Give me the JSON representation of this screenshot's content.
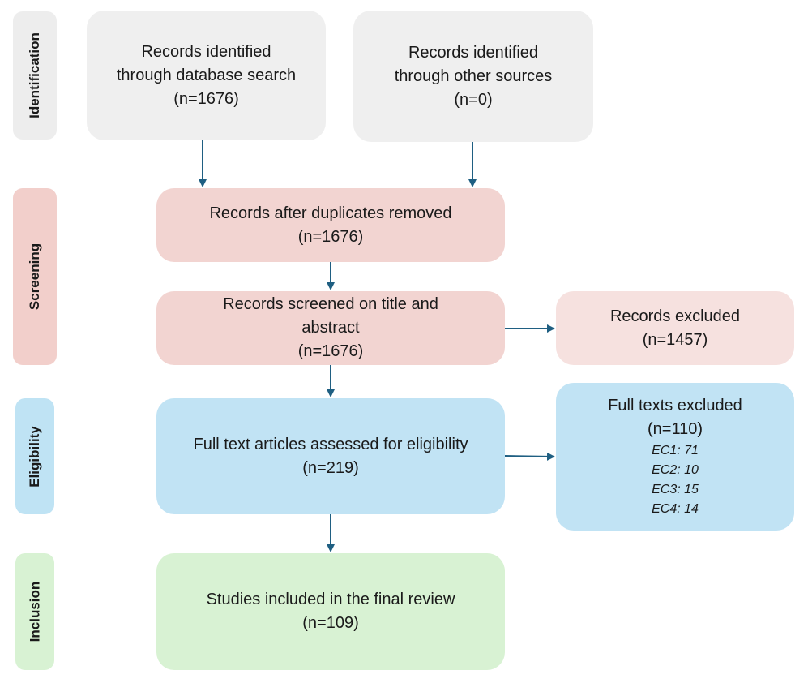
{
  "stages": {
    "identification": "Identification",
    "screening": "Screening",
    "eligibility": "Eligibility",
    "inclusion": "Inclusion"
  },
  "boxes": {
    "database_search": {
      "line1": "Records identified",
      "line2": "through database search",
      "count": "(n=1676)"
    },
    "other_sources": {
      "line1": "Records identified",
      "line2": "through other sources",
      "count": "(n=0)"
    },
    "duplicates_removed": {
      "line1": "Records after duplicates removed",
      "count": "(n=1676)"
    },
    "screened": {
      "line1": "Records screened on title and",
      "line2": "abstract",
      "count": "(n=1676)"
    },
    "records_excluded": {
      "line1": "Records excluded",
      "count": "(n=1457)"
    },
    "full_text_assessed": {
      "line1": "Full text articles assessed for eligibility",
      "count": "(n=219)"
    },
    "full_text_excluded": {
      "line1": "Full texts excluded",
      "count": "(n=110)",
      "reasons": [
        "EC1: 71",
        "EC2: 10",
        "EC3: 15",
        "EC4: 14"
      ]
    },
    "included": {
      "line1": "Studies included in the final review",
      "count": "(n=109)"
    }
  },
  "colors": {
    "arrow": "#1f5f82",
    "identification": "#efefef",
    "screening": "#f2d4d1",
    "eligibility": "#c1e3f4",
    "inclusion": "#d8f2d3"
  }
}
